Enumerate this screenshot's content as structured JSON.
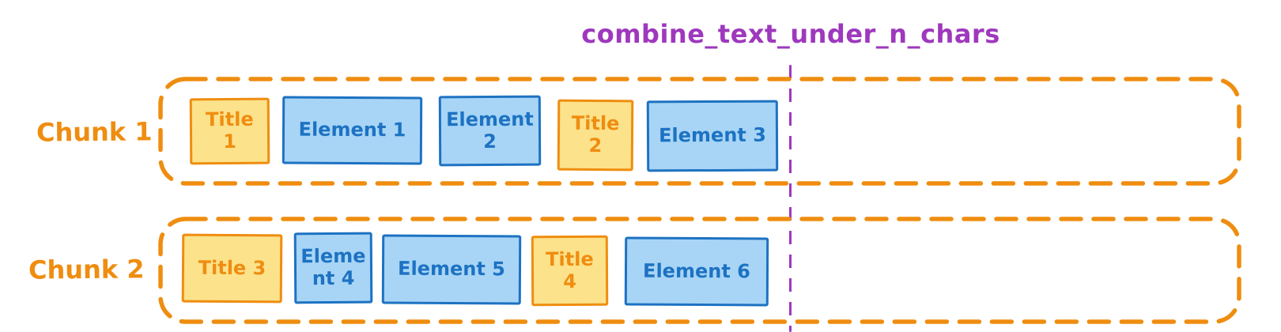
{
  "divider": {
    "label": "combine_text_under_n_chars"
  },
  "colors": {
    "orange": "#ef8d10",
    "yellow_fill": "#fce28b",
    "blue": "#1d72c2",
    "blue_fill": "#a8d5f6",
    "purple": "#9e38bd"
  },
  "chunks": [
    {
      "label": "Chunk 1",
      "items": [
        {
          "type": "title",
          "text": "Title\n1"
        },
        {
          "type": "element",
          "text": "Element 1"
        },
        {
          "type": "element",
          "text": "Element\n2"
        },
        {
          "type": "title",
          "text": "Title\n2"
        },
        {
          "type": "element",
          "text": "Element 3"
        }
      ]
    },
    {
      "label": "Chunk 2",
      "items": [
        {
          "type": "title",
          "text": "Title 3"
        },
        {
          "type": "element",
          "text": "Eleme\nnt 4"
        },
        {
          "type": "element",
          "text": "Element 5"
        },
        {
          "type": "title",
          "text": "Title\n4"
        },
        {
          "type": "element",
          "text": "Element 6"
        }
      ]
    }
  ]
}
